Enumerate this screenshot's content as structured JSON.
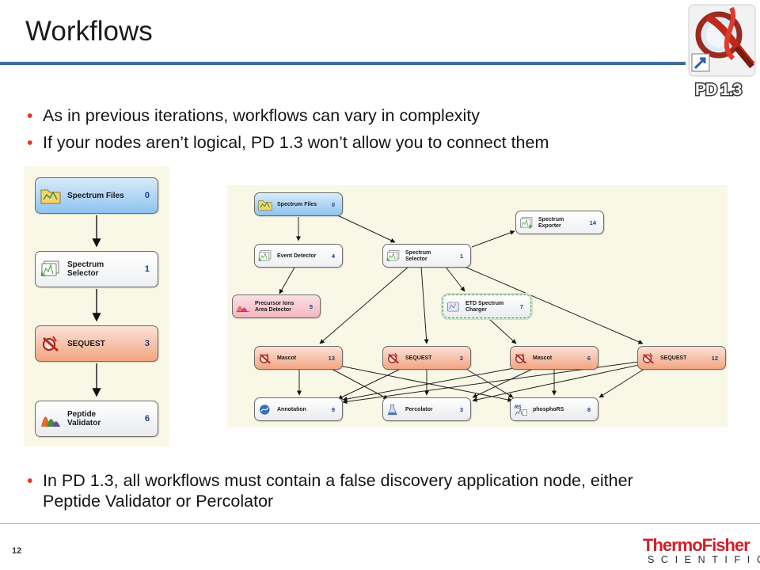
{
  "slide": {
    "title": "Workflows",
    "page_number": "12",
    "brand": "ThermoFisher",
    "brand_sub": "SCIENTIFIC",
    "app_badge": "PD 1.3"
  },
  "bullets": [
    "As in previous iterations, workflows can vary in complexity",
    "If your nodes aren’t logical, PD 1.3 won’t allow you to connect them"
  ],
  "bullets_bottom": [
    "In PD 1.3, all workflows must contain a false discovery application node, either Peptide Validator or Percolator"
  ],
  "colors": {
    "accent_rule": "#3f6ca3",
    "bullet": "#e23b1f",
    "panel_bg": "#f9f8e6",
    "node_number": "#1c3d8a",
    "brand_red": "#d21f2b"
  },
  "left_workflow": {
    "nodes": [
      {
        "line1": "Spectrum Files",
        "line2": "",
        "number": "0",
        "icon": "folder-icon"
      },
      {
        "line1": "Spectrum",
        "line2": "Selector",
        "number": "1",
        "icon": "spectrum-selector-icon"
      },
      {
        "line1": "SEQUEST",
        "line2": "",
        "number": "3",
        "icon": "sequest-icon"
      },
      {
        "line1": "Peptide",
        "line2": "Validator",
        "number": "6",
        "icon": "peptide-validator-icon"
      }
    ]
  },
  "right_workflow": {
    "nodes": [
      {
        "line1": "Spectrum Files",
        "line2": "",
        "number": "0",
        "icon": "folder-icon"
      },
      {
        "line1": "Spectrum",
        "line2": "Exporter",
        "number": "14",
        "icon": "spectrum-exporter-icon"
      },
      {
        "line1": "Event Detector",
        "line2": "",
        "number": "4",
        "icon": "event-detector-icon"
      },
      {
        "line1": "Spectrum",
        "line2": "Selector",
        "number": "1",
        "icon": "spectrum-selector-icon"
      },
      {
        "line1": "Precursor Ions",
        "line2": "Area Detector",
        "number": "5",
        "icon": "precursor-ions-icon"
      },
      {
        "line1": "ETD Spectrum",
        "line2": "Charger",
        "number": "7",
        "icon": "etd-charger-icon"
      },
      {
        "line1": "Mascot",
        "line2": "",
        "number": "13",
        "icon": "mascot-icon"
      },
      {
        "line1": "SEQUEST",
        "line2": "",
        "number": "2",
        "icon": "sequest-icon"
      },
      {
        "line1": "Mascot",
        "line2": "",
        "number": "6",
        "icon": "mascot-icon"
      },
      {
        "line1": "SEQUEST",
        "line2": "",
        "number": "12",
        "icon": "sequest-icon"
      },
      {
        "line1": "Annotation",
        "line2": "",
        "number": "9",
        "icon": "annotation-icon"
      },
      {
        "line1": "Percolator",
        "line2": "",
        "number": "3",
        "icon": "percolator-icon"
      },
      {
        "line1": "phosphoRS",
        "line2": "",
        "number": "8",
        "icon": "phosphors-icon"
      }
    ]
  }
}
